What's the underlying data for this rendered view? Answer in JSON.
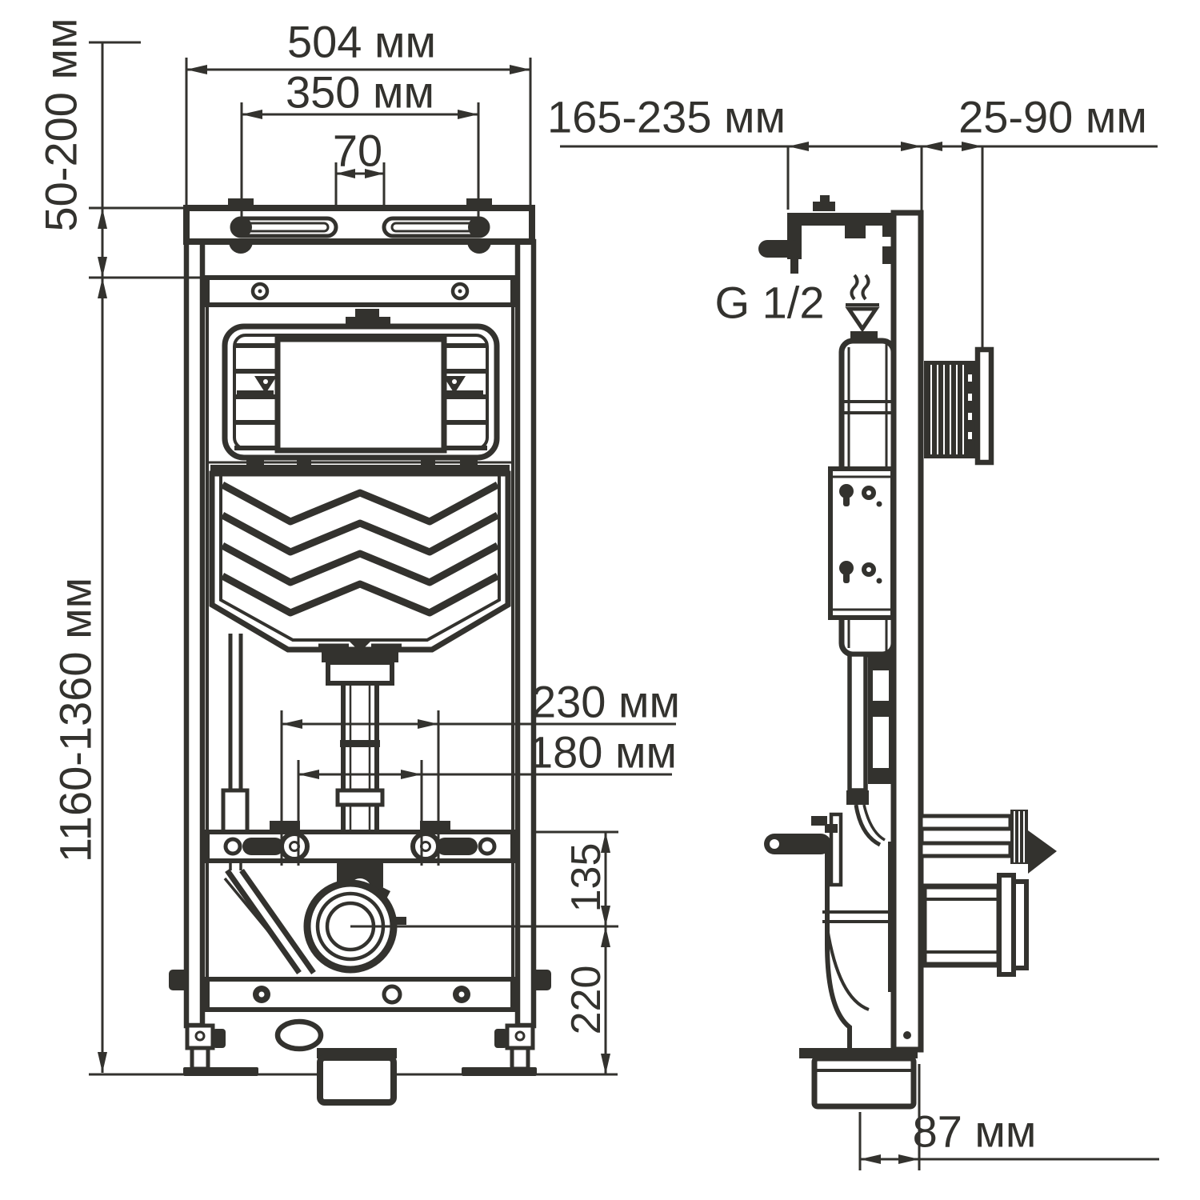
{
  "front_view": {
    "width_outer": "504 мм",
    "width_bolt_spacing": "350 мм",
    "slot_gap": "70",
    "top_adjust_range": "50-200 мм",
    "frame_height_range": "1160-1360 мм",
    "stud_spacing_wide": "230 мм",
    "stud_spacing_narrow": "180 мм",
    "outlet_to_crossbar": "135",
    "outlet_to_floor": "220"
  },
  "side_view": {
    "supply_depth_range": "165-235 мм",
    "wall_depth_range": "25-90 мм",
    "water_connection_thread": "G 1/2",
    "outlet_to_wall": "87 мм"
  }
}
